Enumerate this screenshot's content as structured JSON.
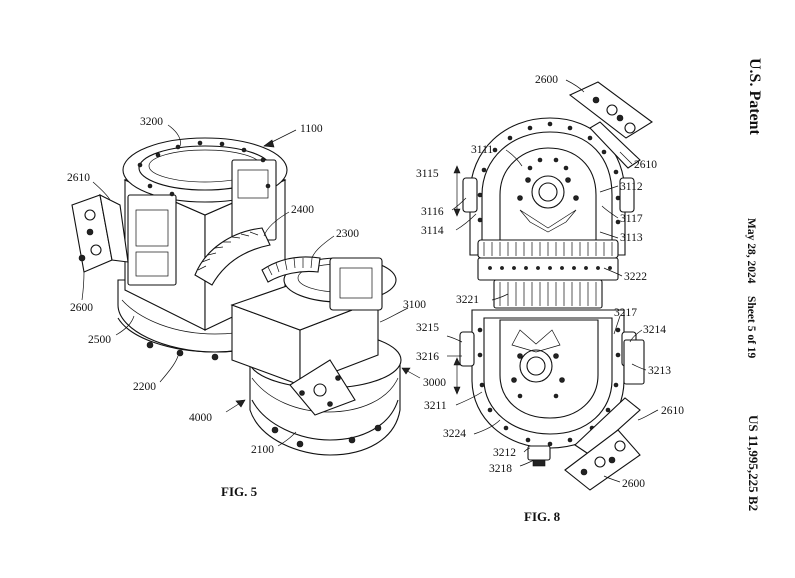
{
  "header": {
    "publisher": "U.S. Patent",
    "date": "May 28, 2024",
    "sheet": "Sheet 5 of 19",
    "number": "US 11,995,225 B2"
  },
  "figures": {
    "fig5": {
      "caption": "FIG. 5",
      "labels": [
        "1100",
        "3200",
        "2610",
        "2600",
        "2500",
        "2200",
        "2400",
        "2300",
        "3100",
        "3000",
        "4000",
        "2100"
      ]
    },
    "fig8": {
      "caption": "FIG. 8",
      "labels": [
        "2600",
        "2610",
        "3111",
        "3115",
        "3116",
        "3114",
        "3112",
        "3117",
        "3113",
        "3222",
        "3221",
        "3215",
        "3216",
        "3217",
        "3214",
        "3213",
        "3211",
        "3224",
        "3212",
        "3218",
        "2610",
        "2600"
      ]
    }
  }
}
